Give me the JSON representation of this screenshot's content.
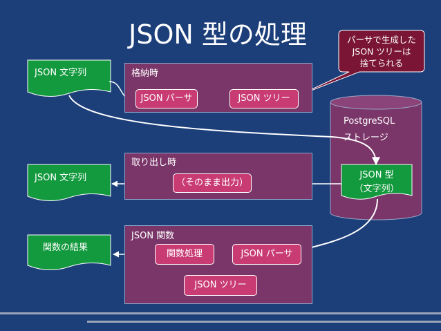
{
  "title": "JSON 型の処理",
  "callout": {
    "lines": [
      "パーサで生成した",
      "JSON ツリーは",
      "捨てられる"
    ]
  },
  "sections": {
    "store": {
      "label": "格納時",
      "parser": "JSON パーサ",
      "tree": "JSON ツリー"
    },
    "retrieve": {
      "label": "取り出し時",
      "output": "（そのまま出力）"
    },
    "functions": {
      "label": "JSON 関数",
      "processing": "関数処理",
      "parser": "JSON パーサ",
      "tree": "JSON ツリー"
    }
  },
  "documents": {
    "input": "JSON 文字列",
    "output": "JSON 文字列",
    "result": "関数の結果"
  },
  "storage": {
    "name": "PostgreSQL",
    "sublabel": "ストレージ",
    "type_label": "JSON 型",
    "type_sublabel": "（文字列）"
  },
  "colors": {
    "background": "#1c3f7a",
    "section": "#7a3669",
    "box": "#c93c73",
    "document": "#139a3e",
    "callout": "#7a1535"
  }
}
